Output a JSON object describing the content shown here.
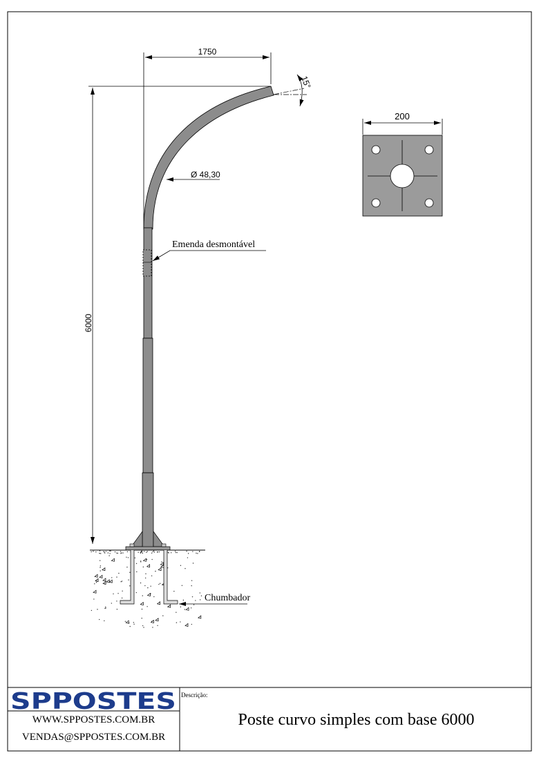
{
  "drawing": {
    "dim_arm_reach": "1750",
    "dim_height": "6000",
    "dim_angle": "15°",
    "dim_diameter": "Ø 48,30",
    "label_joint": "Emenda desmontável",
    "label_anchor": "Chumbador",
    "dim_plate_width": "200",
    "pole_color": "#8c8c8c",
    "plate_color": "#9b9b9b"
  },
  "title_block": {
    "logo_text": "SPPOSTES",
    "logo_color": "#1d3c8c",
    "website": "WWW.SPPOSTES.COM.BR",
    "email": "VENDAS@SPPOSTES.COM.BR",
    "description_label": "Descrição:",
    "description": "Poste curvo simples com base 6000"
  }
}
